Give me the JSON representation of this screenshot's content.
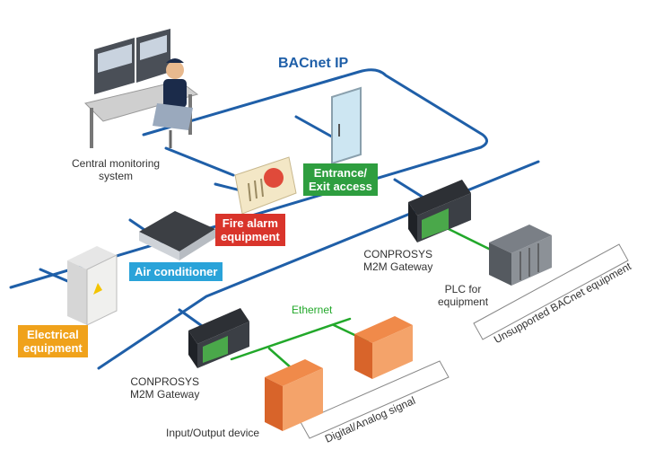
{
  "network": {
    "backbone_label": "BACnet IP",
    "ethernet_label": "Ethernet",
    "backbone_color": "#1f5fa8",
    "ethernet_color": "#22a82a"
  },
  "nodes": {
    "central_monitoring": "Central monitoring\nsystem",
    "entrance": "Entrance/\nExit access",
    "fire_alarm": "Fire alarm\nequipment",
    "air_conditioner": "Air conditioner",
    "electrical": "Electrical\nequipment",
    "gateway_right": "CONPROSYS\nM2M Gateway",
    "gateway_left": "CONPROSYS\nM2M Gateway",
    "plc": "PLC for\nequipment",
    "io_device": "Input/Output device"
  },
  "zones": {
    "unsupported": "Unsupported BACnet equipment",
    "digital_analog": "Digital/Analog signal"
  },
  "tag_colors": {
    "entrance": "#2e9e3f",
    "fire_alarm": "#d9342b",
    "air_conditioner": "#2aa3d9",
    "electrical": "#f0a21b"
  }
}
